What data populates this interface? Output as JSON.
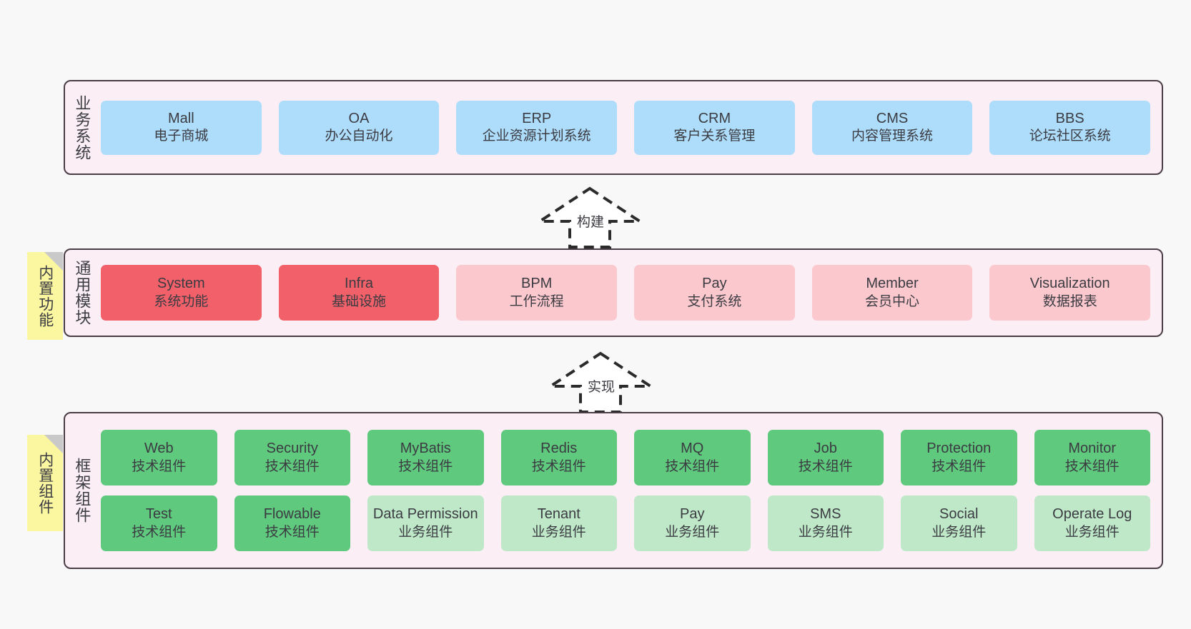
{
  "layers": [
    {
      "id": "business-systems",
      "title": "业务系统",
      "color": "blue",
      "rows": [
        [
          {
            "name": "Mall",
            "desc": "电子商城"
          },
          {
            "name": "OA",
            "desc": "办公自动化"
          },
          {
            "name": "ERP",
            "desc": "企业资源计划系统"
          },
          {
            "name": "CRM",
            "desc": "客户关系管理"
          },
          {
            "name": "CMS",
            "desc": "内容管理系统"
          },
          {
            "name": "BBS",
            "desc": "论坛社区系统"
          }
        ]
      ]
    },
    {
      "id": "common-modules",
      "title": "通用模块",
      "rows": [
        [
          {
            "name": "System",
            "desc": "系统功能",
            "color": "red"
          },
          {
            "name": "Infra",
            "desc": "基础设施",
            "color": "red"
          },
          {
            "name": "BPM",
            "desc": "工作流程",
            "color": "pink"
          },
          {
            "name": "Pay",
            "desc": "支付系统",
            "color": "pink"
          },
          {
            "name": "Member",
            "desc": "会员中心",
            "color": "pink"
          },
          {
            "name": "Visualization",
            "desc": "数据报表",
            "color": "pink"
          }
        ]
      ]
    },
    {
      "id": "framework-components",
      "title": "框架组件",
      "rows": [
        [
          {
            "name": "Web",
            "desc": "技术组件",
            "color": "green"
          },
          {
            "name": "Security",
            "desc": "技术组件",
            "color": "green"
          },
          {
            "name": "MyBatis",
            "desc": "技术组件",
            "color": "green"
          },
          {
            "name": "Redis",
            "desc": "技术组件",
            "color": "green"
          },
          {
            "name": "MQ",
            "desc": "技术组件",
            "color": "green"
          },
          {
            "name": "Job",
            "desc": "技术组件",
            "color": "green"
          },
          {
            "name": "Protection",
            "desc": "技术组件",
            "color": "green"
          },
          {
            "name": "Monitor",
            "desc": "技术组件",
            "color": "green"
          }
        ],
        [
          {
            "name": "Test",
            "desc": "技术组件",
            "color": "green"
          },
          {
            "name": "Flowable",
            "desc": "技术组件",
            "color": "green"
          },
          {
            "name": "Data Permission",
            "desc": "业务组件",
            "color": "mintlite"
          },
          {
            "name": "Tenant",
            "desc": "业务组件",
            "color": "mintlite"
          },
          {
            "name": "Pay",
            "desc": "业务组件",
            "color": "mintlite"
          },
          {
            "name": "SMS",
            "desc": "业务组件",
            "color": "mintlite"
          },
          {
            "name": "Social",
            "desc": "业务组件",
            "color": "mintlite"
          },
          {
            "name": "Operate Log",
            "desc": "业务组件",
            "color": "mintlite"
          }
        ]
      ]
    }
  ],
  "sticky_notes": [
    {
      "id": "builtin-functions",
      "label": "内置功能"
    },
    {
      "id": "builtin-components",
      "label": "内置组件"
    }
  ],
  "arrows": [
    {
      "id": "build-arrow",
      "label": "构建"
    },
    {
      "id": "implement-arrow",
      "label": "实现"
    }
  ],
  "colors": {
    "band_background": "#fbeef5",
    "band_border": "#4a3d46",
    "page_background": "#f8f8f8",
    "blue": "#aeddfb",
    "red": "#f2606a",
    "pink": "#fbc8ce",
    "green": "#5fc97e",
    "mint_light": "#bfe8c9",
    "sticky_yellow": "#fbf6a0",
    "sticky_fold": "#c9c9c9",
    "text": "#3b3b42"
  }
}
